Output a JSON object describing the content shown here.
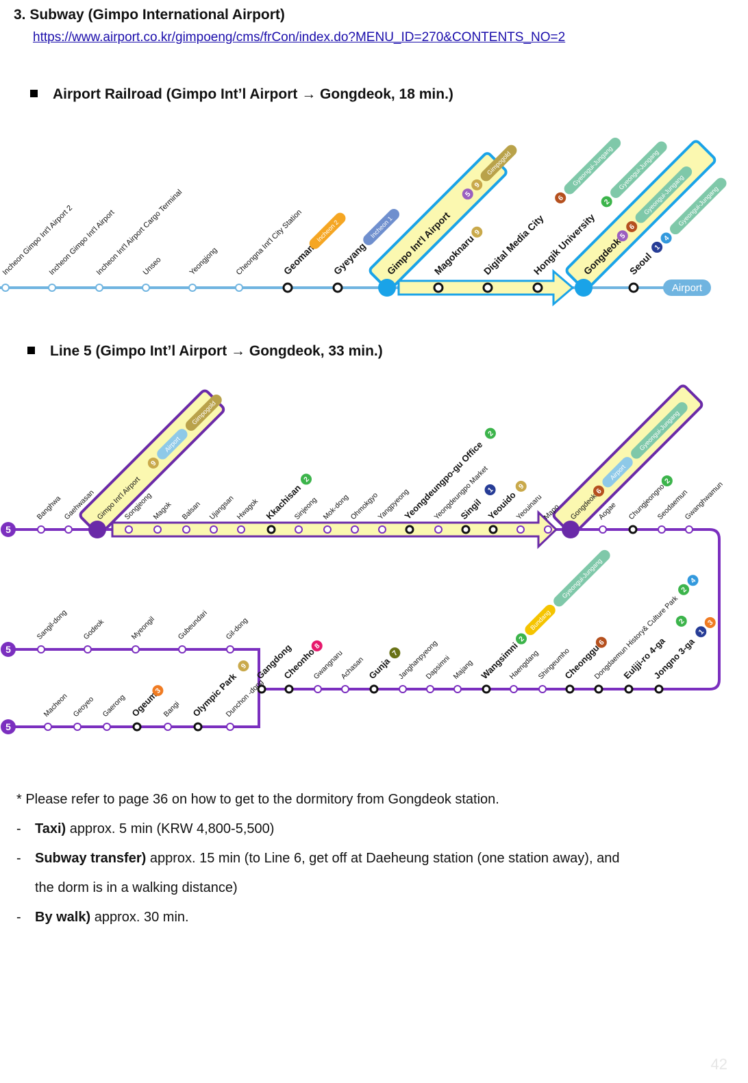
{
  "header": {
    "title": "3. Subway (Gimpo International Airport)",
    "url": "https://www.airport.co.kr/gimpoeng/cms/frCon/index.do?MENU_ID=270&CONTENTS_NO=2"
  },
  "airport_railroad": {
    "heading": "Airport Railroad (Gimpo Int’l Airport → Gongdeok, 18 min.)",
    "end_label": "Airport",
    "stations": [
      {
        "name": "Incheon Gimpo Int'l Airport 2",
        "bold": false,
        "lines": []
      },
      {
        "name": "Incheon Gimpo Int'l Airport",
        "bold": false,
        "lines": []
      },
      {
        "name": "Incheon Int'l Airport Cargo Terminal",
        "bold": false,
        "lines": []
      },
      {
        "name": "Unseo",
        "bold": false,
        "lines": []
      },
      {
        "name": "Yeongjong",
        "bold": false,
        "lines": []
      },
      {
        "name": "Cheongna Int'l City Station",
        "bold": false,
        "lines": []
      },
      {
        "name": "Geomam",
        "bold": true,
        "lines": [
          {
            "label": "Incheon 2",
            "color": "#f5a623"
          }
        ]
      },
      {
        "name": "Gyeyang",
        "bold": true,
        "lines": [
          {
            "label": "Incheon 1",
            "color": "#6f8fce"
          }
        ]
      },
      {
        "name": "Gimpo Int'l Airport",
        "bold": true,
        "lines": [
          {
            "label": "5",
            "color": "#9b5fc0"
          },
          {
            "label": "9",
            "color": "#c9a94b"
          },
          {
            "label": "Gimpogold",
            "color": "#b9a24a"
          }
        ]
      },
      {
        "name": "Magoknaru",
        "bold": true,
        "lines": [
          {
            "label": "9",
            "color": "#c9a94b"
          }
        ]
      },
      {
        "name": "Digital Media City",
        "bold": true,
        "lines": [
          {
            "label": "6",
            "color": "#b5501e"
          },
          {
            "label": "Gyeongui-Jungang",
            "color": "#7fc8a9"
          }
        ]
      },
      {
        "name": "Hongik University",
        "bold": true,
        "lines": [
          {
            "label": "2",
            "color": "#3cb44b"
          },
          {
            "label": "Gyeongui-Jungang",
            "color": "#7fc8a9"
          }
        ]
      },
      {
        "name": "Gongdeok",
        "bold": true,
        "lines": [
          {
            "label": "5",
            "color": "#9b5fc0"
          },
          {
            "label": "6",
            "color": "#b5501e"
          },
          {
            "label": "Gyeongui-Jungang",
            "color": "#7fc8a9"
          }
        ]
      },
      {
        "name": "Seoul",
        "bold": true,
        "lines": [
          {
            "label": "1",
            "color": "#263c96"
          },
          {
            "label": "4",
            "color": "#3399dd"
          },
          {
            "label": "Gyeongui-Jungang",
            "color": "#7fc8a9"
          }
        ]
      }
    ]
  },
  "line5": {
    "heading": "Line 5 (Gimpo Int’l Airport → Gongdeok, 33 min.)",
    "line_number": "5",
    "row1": [
      {
        "name": "Banghwa",
        "bold": false,
        "lines": []
      },
      {
        "name": "Gaehwasan",
        "bold": false,
        "lines": []
      },
      {
        "name": "Gimpo Int'l Airport",
        "bold": false,
        "lines": [
          {
            "label": "9",
            "color": "#c9a94b"
          },
          {
            "label": "Airport",
            "color": "#8ec9e8"
          },
          {
            "label": "Gimpogold",
            "color": "#b9a24a"
          }
        ]
      },
      {
        "name": "Songjeong",
        "bold": false,
        "lines": []
      },
      {
        "name": "Magok",
        "bold": false,
        "lines": []
      },
      {
        "name": "Balsan",
        "bold": false,
        "lines": []
      },
      {
        "name": "Ujangsan",
        "bold": false,
        "lines": []
      },
      {
        "name": "Hwagok",
        "bold": false,
        "lines": []
      },
      {
        "name": "Kkachisan",
        "bold": true,
        "lines": [
          {
            "label": "2",
            "color": "#3cb44b"
          }
        ]
      },
      {
        "name": "Sinjeong",
        "bold": false,
        "lines": []
      },
      {
        "name": "Mok-dong",
        "bold": false,
        "lines": []
      },
      {
        "name": "Ohmokgyo",
        "bold": false,
        "lines": []
      },
      {
        "name": "Yangpyeong",
        "bold": false,
        "lines": []
      },
      {
        "name": "Yeongdeungpo-gu Office",
        "bold": true,
        "lines": [
          {
            "label": "2",
            "color": "#3cb44b"
          }
        ]
      },
      {
        "name": "Yeongdeungpo Market",
        "bold": false,
        "lines": []
      },
      {
        "name": "Singil",
        "bold": true,
        "lines": [
          {
            "label": "1",
            "color": "#263c96"
          }
        ]
      },
      {
        "name": "Yeouido",
        "bold": true,
        "lines": [
          {
            "label": "9",
            "color": "#c9a94b"
          }
        ]
      },
      {
        "name": "Yeouinaru",
        "bold": false,
        "lines": []
      },
      {
        "name": "Mapo",
        "bold": false,
        "lines": []
      },
      {
        "name": "Gongdeok",
        "bold": false,
        "lines": [
          {
            "label": "6",
            "color": "#b5501e"
          },
          {
            "label": "Airport",
            "color": "#8ec9e8"
          },
          {
            "label": "Gyeongui-Jungang",
            "color": "#7fc8a9"
          }
        ]
      },
      {
        "name": "Aogae",
        "bold": false,
        "lines": []
      },
      {
        "name": "Chungjeongno",
        "bold": false,
        "lines": [
          {
            "label": "2",
            "color": "#3cb44b"
          }
        ]
      },
      {
        "name": "Seodaemun",
        "bold": false,
        "lines": []
      },
      {
        "name": "Gwanghwamun",
        "bold": false,
        "lines": []
      }
    ],
    "row2": [
      {
        "name": "Gangdong",
        "bold": true,
        "lines": []
      },
      {
        "name": "Cheonho",
        "bold": true,
        "lines": [
          {
            "label": "8",
            "color": "#e6186c"
          }
        ]
      },
      {
        "name": "Gwangnaru",
        "bold": false,
        "lines": []
      },
      {
        "name": "Achasan",
        "bold": false,
        "lines": []
      },
      {
        "name": "Gunja",
        "bold": true,
        "lines": [
          {
            "label": "7",
            "color": "#697215"
          }
        ]
      },
      {
        "name": "Janghanpyeong",
        "bold": false,
        "lines": []
      },
      {
        "name": "Dapsimni",
        "bold": false,
        "lines": []
      },
      {
        "name": "Majang",
        "bold": false,
        "lines": []
      },
      {
        "name": "Wangsimni",
        "bold": true,
        "lines": [
          {
            "label": "2",
            "color": "#3cb44b"
          },
          {
            "label": "Bundang",
            "color": "#f5c400"
          },
          {
            "label": "Gyeongui-Jungang",
            "color": "#7fc8a9"
          }
        ]
      },
      {
        "name": "Haengdang",
        "bold": false,
        "lines": []
      },
      {
        "name": "Shingeumho",
        "bold": false,
        "lines": []
      },
      {
        "name": "Cheonggu",
        "bold": true,
        "lines": [
          {
            "label": "6",
            "color": "#b5501e"
          }
        ]
      },
      {
        "name": "Dongdaemun History& Culture Park",
        "bold": false,
        "lines": [
          {
            "label": "2",
            "color": "#3cb44b"
          },
          {
            "label": "4",
            "color": "#3399dd"
          }
        ]
      },
      {
        "name": "Euljji-ro 4-ga",
        "bold": true,
        "lines": [
          {
            "label": "2",
            "color": "#3cb44b"
          }
        ]
      },
      {
        "name": "Jongno 3-ga",
        "bold": true,
        "lines": [
          {
            "label": "1",
            "color": "#263c96"
          },
          {
            "label": "3",
            "color": "#f07b22"
          }
        ]
      }
    ],
    "branch_upper": [
      {
        "name": "Sangil-dong",
        "bold": false,
        "lines": []
      },
      {
        "name": "Godeok",
        "bold": false,
        "lines": []
      },
      {
        "name": "Myeongil",
        "bold": false,
        "lines": []
      },
      {
        "name": "Gubeundari",
        "bold": false,
        "lines": []
      },
      {
        "name": "Gil-dong",
        "bold": false,
        "lines": []
      }
    ],
    "branch_lower": [
      {
        "name": "Macheon",
        "bold": false,
        "lines": []
      },
      {
        "name": "Geoyeo",
        "bold": false,
        "lines": []
      },
      {
        "name": "Gaerong",
        "bold": false,
        "lines": []
      },
      {
        "name": "Ogeum",
        "bold": true,
        "lines": [
          {
            "label": "3",
            "color": "#f07b22"
          }
        ]
      },
      {
        "name": "Bangi",
        "bold": false,
        "lines": []
      },
      {
        "name": "Olympic Park",
        "bold": true,
        "lines": [
          {
            "label": "9",
            "color": "#c9a94b"
          }
        ]
      },
      {
        "name": "Dunchon -dong",
        "bold": false,
        "lines": []
      }
    ]
  },
  "notes": {
    "reference": "* Please refer to page 36 on how to get to the dormitory from Gongdeok station.",
    "items": [
      {
        "dash": "-",
        "label": "Taxi)",
        "text": " approx. 5 min (KRW 4,800-5,500)",
        "continuation": ""
      },
      {
        "dash": "-",
        "label": "Subway transfer)",
        "text": " approx. 15 min (to Line 6, get off at Daeheung station (one station away), and",
        "continuation": "the dorm is in a walking distance)"
      },
      {
        "dash": "-",
        "label": "By walk)",
        "text": " approx. 30 min.",
        "continuation": ""
      }
    ]
  },
  "page_number": "42",
  "colors": {
    "airport_line": "#6fb4e0",
    "airport_highlight": "#1aa3e8",
    "line5": "#7b2fbf",
    "line5_highlight": "#6a2aa8",
    "highlight_fill": "#fbf8b0",
    "link": "#1a0dab"
  }
}
